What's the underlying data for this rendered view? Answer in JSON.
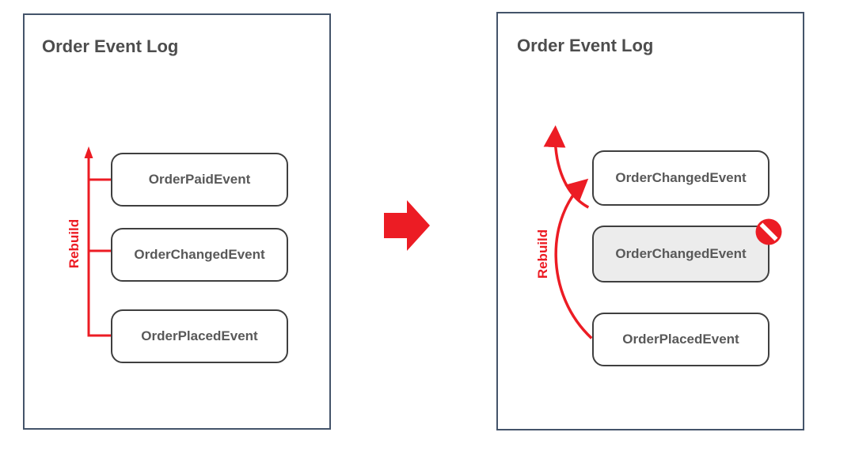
{
  "diagram": {
    "before": {
      "title": "Order Event Log",
      "rebuild_label": "Rebuild",
      "events": [
        "OrderPaidEvent",
        "OrderChangedEvent",
        "OrderPlacedEvent"
      ]
    },
    "after": {
      "title": "Order Event Log",
      "rebuild_label": "Rebuild",
      "events": [
        "OrderChangedEvent",
        "OrderChangedEvent",
        "OrderPlacedEvent"
      ],
      "blocked_event_index": 1,
      "blocked_icon": "prohibition-icon"
    },
    "transition": {
      "icon": "right-block-arrow"
    }
  },
  "colors": {
    "red": "#EC1C24",
    "panel_border": "#44546A",
    "box_border": "#3F3F3F",
    "text_gray": "#595959",
    "title_gray": "#4D4D4D",
    "blocked_fill": "#ECECEC"
  }
}
